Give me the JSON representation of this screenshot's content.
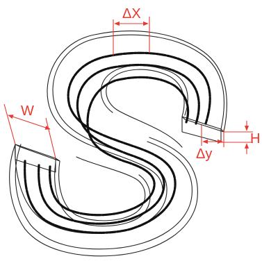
{
  "diagram": {
    "labels": {
      "delta_x": "ΔX",
      "width": "W",
      "height": "H",
      "delta_y": "Δy"
    },
    "colors": {
      "dimension": "#e8392f",
      "outline": "#222222",
      "track": "#111111",
      "background": "#ffffff"
    }
  }
}
